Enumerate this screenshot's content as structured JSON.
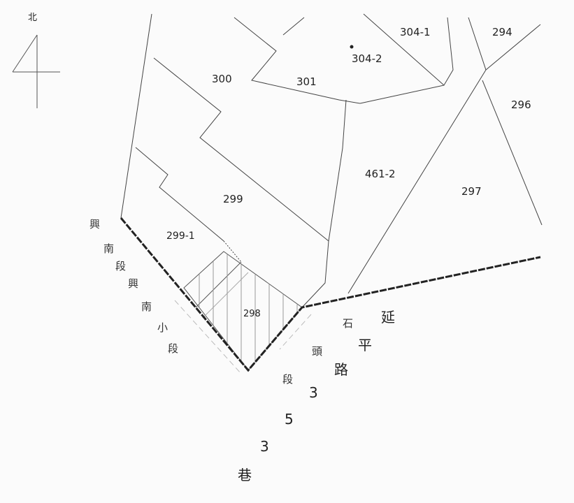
{
  "north_label": "北",
  "parcels": [
    "304-1",
    "294",
    "304-2",
    "300",
    "301",
    "296",
    "461-2",
    "297",
    "299",
    "299-1",
    "298"
  ],
  "section_label": [
    "興",
    "南",
    "段",
    "興",
    "南",
    "小",
    "段"
  ],
  "section_label_2": [
    "石",
    "頭",
    "段"
  ],
  "road_label": [
    "延",
    "平",
    "路",
    "3",
    "5",
    "3",
    "巷"
  ]
}
